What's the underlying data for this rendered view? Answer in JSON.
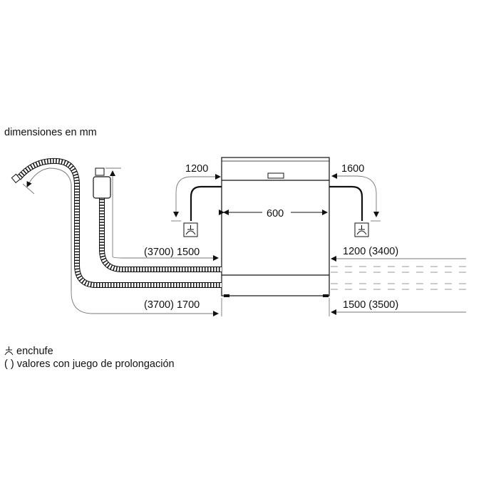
{
  "title": "dimensiones en mm",
  "dimensions": {
    "width": "600",
    "left_socket_reach": "1200",
    "right_socket_reach": "1600",
    "drain_hose": "(3700) 1500",
    "inlet_hose": "(3700) 1700",
    "power_cord": "1200 (3400)",
    "inlet_right": "1500 (3500)"
  },
  "legend": {
    "socket": "enchufe",
    "brackets": "( ) valores con juego de prolongación"
  },
  "colors": {
    "line": "#111111",
    "dim_line": "#777777",
    "dashed": "#999999"
  }
}
